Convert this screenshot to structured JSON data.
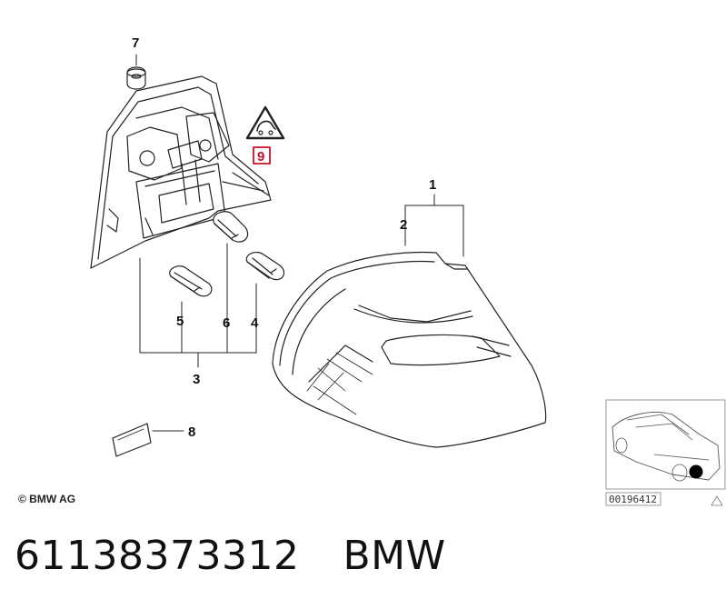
{
  "callouts": {
    "c1": "1",
    "c2": "2",
    "c3": "3",
    "c4": "4",
    "c5": "5",
    "c6": "6",
    "c7": "7",
    "c8": "8",
    "c9": "9"
  },
  "copyright": "© BMW AG",
  "reference_code": "00196412",
  "caption": {
    "part_number": "61138373312",
    "brand": "BMW"
  },
  "colors": {
    "line": "#222222",
    "highlight": "#c0152a",
    "marker": "#000000"
  },
  "icons": {
    "warning": "warning-triangle-icon",
    "marker": "location-dot-icon"
  }
}
